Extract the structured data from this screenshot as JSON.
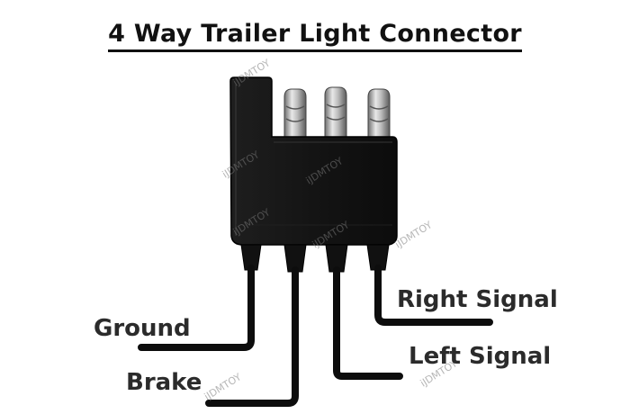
{
  "title": "4 Way Trailer Light Connector",
  "labels": {
    "ground": "Ground",
    "brake": "Brake",
    "right_signal": "Right Signal",
    "left_signal": "Left Signal"
  },
  "watermark": "iJDMTOY",
  "colors": {
    "connector": "#141414",
    "wire": "#0d0d0d",
    "pin": "#b8b8b8",
    "text": "#2b2b2b"
  }
}
